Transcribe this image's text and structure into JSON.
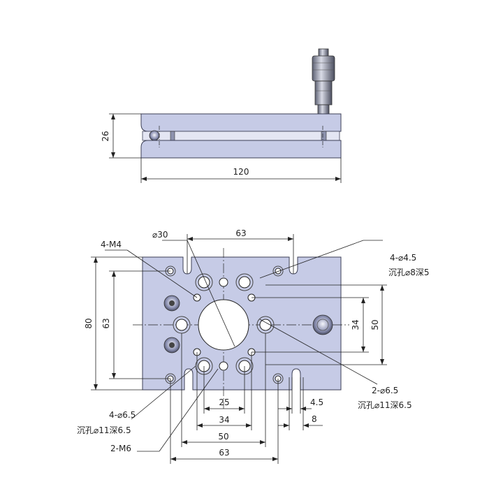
{
  "side_view": {
    "height_label": "26",
    "width_label": "120"
  },
  "top_view": {
    "dim_top_63": "63",
    "dim_phi30": "⌀30",
    "dim_left_80": "80",
    "dim_left_63": "63",
    "dim_right_34": "34",
    "dim_right_50": "50",
    "dim_bottom_25": "25",
    "dim_bottom_34": "34",
    "dim_bottom_50": "50",
    "dim_bottom_63": "63",
    "dim_slot_45": "4.5",
    "dim_slot_8": "8"
  },
  "callouts": {
    "m4": "4-M4",
    "phi45": "4-⌀4.5",
    "phi45_cb": "沉孔⌀8深5",
    "phi65_right": "2-⌀6.5",
    "phi65_right_cb": "沉孔⌀11深6.5",
    "phi65_left": "4-⌀6.5",
    "phi65_left_cb": "沉孔⌀11深6.5",
    "m6": "2-M6"
  }
}
